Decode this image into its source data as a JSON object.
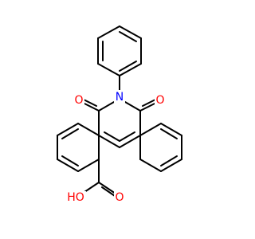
{
  "colors": {
    "bond": "#000000",
    "oxygen": "#ff0000",
    "nitrogen": "#0000ff"
  },
  "atoms": {
    "n_imide": "N",
    "o_carbonyl_left": "O",
    "o_carbonyl_right": "O",
    "o_acid_double": "O",
    "o_acid_hydroxyl": "HO"
  }
}
